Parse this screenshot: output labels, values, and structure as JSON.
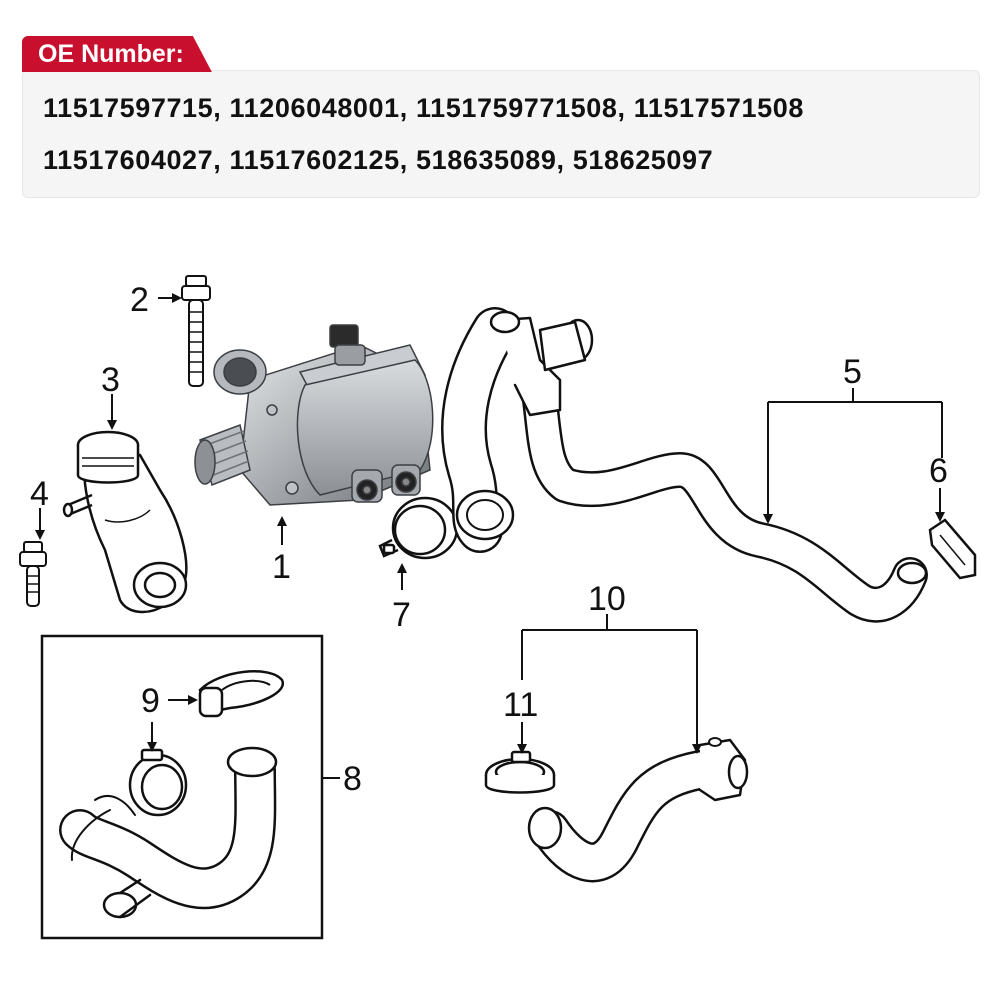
{
  "header": {
    "tab_label": "OE Number:",
    "numbers_line1": "11517597715, 11206048001, 1151759771508, 11517571508",
    "numbers_line2": "11517604027, 11517602125, 518635089, 518625097"
  },
  "colors": {
    "tab_background": "#c8102e",
    "panel_background": "#f5f5f5",
    "line_art": "#111111"
  },
  "callouts": {
    "c1": "1",
    "c2": "2",
    "c3": "3",
    "c4": "4",
    "c5": "5",
    "c6": "6",
    "c7": "7",
    "c8": "8",
    "c9": "9",
    "c10": "10",
    "c11": "11"
  }
}
